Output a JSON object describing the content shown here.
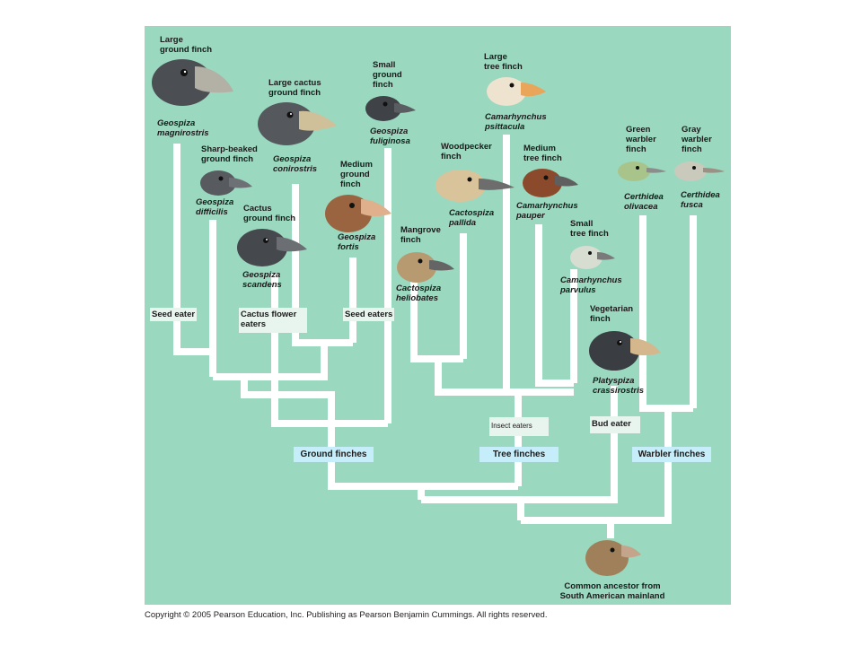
{
  "species": [
    {
      "common": "Large\nground finch",
      "latin": "Geospiza\nmagnirostris"
    },
    {
      "common": "Sharp-beaked\nground finch",
      "latin": "Geospiza\ndifficilis"
    },
    {
      "common": "Large cactus\nground finch",
      "latin": "Geospiza\nconirostris"
    },
    {
      "common": "Cactus\nground finch",
      "latin": "Geospiza\nscandens"
    },
    {
      "common": "Small\nground\nfinch",
      "latin": "Geospiza\nfuliginosa"
    },
    {
      "common": "Medium\nground\nfinch",
      "latin": "Geospiza\nfortis"
    },
    {
      "common": "Mangrove\nfinch",
      "latin": "Cactospiza\nheliobates"
    },
    {
      "common": "Woodpecker\nfinch",
      "latin": "Cactospiza\npallida"
    },
    {
      "common": "Large\ntree finch",
      "latin": "Camarhynchus\npsittacula"
    },
    {
      "common": "Medium\ntree finch",
      "latin": "Camarhynchus\npauper"
    },
    {
      "common": "Small\ntree finch",
      "latin": "Camarhynchus\nparvulus"
    },
    {
      "common": "Vegetarian\nfinch",
      "latin": "Platyspiza\ncrassirostris"
    },
    {
      "common": "Green\nwarbler\nfinch",
      "latin": "Certhidea\nolivacea"
    },
    {
      "common": "Gray\nwarbler\nfinch",
      "latin": "Certhidea\nfusca"
    }
  ],
  "diet_tags": {
    "seed_eater": "Seed eater",
    "cactus_flower": "Cactus flower\neaters",
    "seed_eaters": "Seed eaters",
    "insect_eaters": "Insect eaters",
    "bud_eater": "Bud eater"
  },
  "groups": {
    "ground": "Ground finches",
    "tree": "Tree finches",
    "warbler": "Warbler finches"
  },
  "ancestor": "Common ancestor from\nSouth American mainland",
  "copyright": "Copyright © 2005 Pearson Education, Inc. Publishing as Pearson Benjamin Cummings. All rights reserved.",
  "colors": {
    "background": "#9ad8bf",
    "branch": "#ffffff",
    "group_label": "#c6eefa",
    "diet_label": "#e8f5ee"
  },
  "icons": [
    "bird-dark",
    "bird-brown",
    "bird-tan",
    "bird-green",
    "bird-gray"
  ]
}
